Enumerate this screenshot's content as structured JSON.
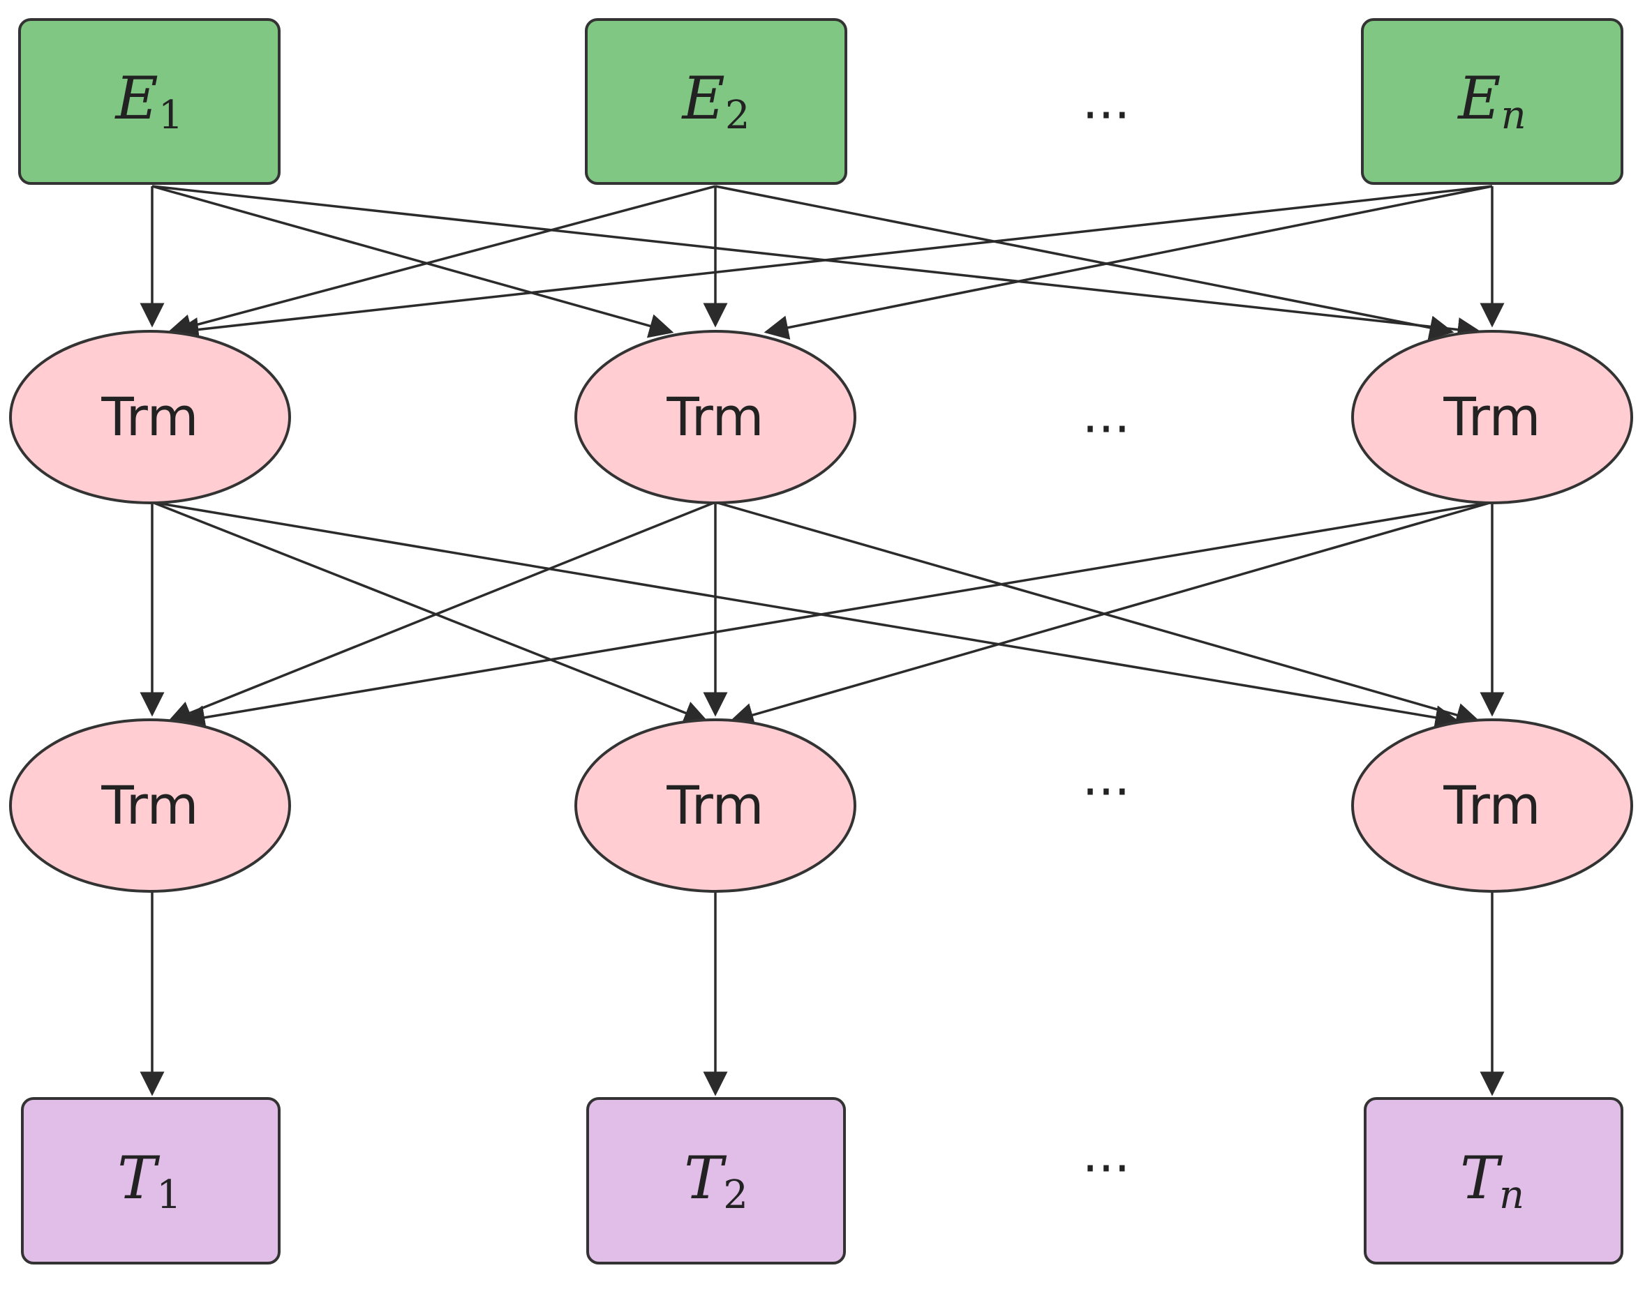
{
  "inputs": [
    {
      "base": "E",
      "sub": "1",
      "sub_italic": false
    },
    {
      "base": "E",
      "sub": "2",
      "sub_italic": false
    },
    {
      "base": "E",
      "sub": "n",
      "sub_italic": true
    }
  ],
  "layer1": [
    {
      "label": "Trm"
    },
    {
      "label": "Trm"
    },
    {
      "label": "Trm"
    }
  ],
  "layer2": [
    {
      "label": "Trm"
    },
    {
      "label": "Trm"
    },
    {
      "label": "Trm"
    }
  ],
  "outputs": [
    {
      "base": "T",
      "sub": "1",
      "sub_italic": false
    },
    {
      "base": "T",
      "sub": "2",
      "sub_italic": false
    },
    {
      "base": "T",
      "sub": "n",
      "sub_italic": true
    }
  ],
  "ellipsis": "···",
  "colors": {
    "input_fill": "#7fc783",
    "transformer_fill": "#ffcdd2",
    "output_fill": "#e1bee7",
    "edge": "#2b2b2b"
  }
}
